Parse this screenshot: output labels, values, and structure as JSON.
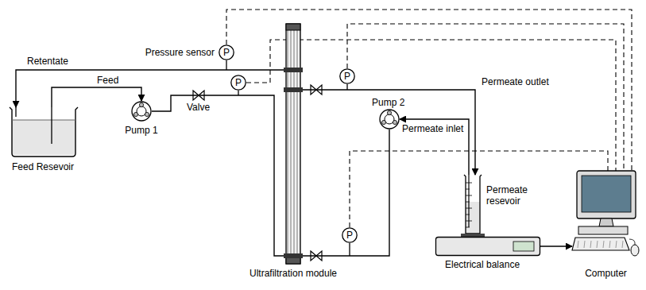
{
  "diagram": {
    "nodes": [
      {
        "text": [
          "Feed Resevoir"
        ]
      },
      {
        "text": [
          "Pump 1"
        ]
      },
      {
        "text": [
          "P"
        ]
      },
      {
        "text": [
          "P"
        ]
      },
      {
        "text": [
          "Ultrafiltration module"
        ]
      },
      {
        "text": [
          "P"
        ]
      },
      {
        "text": [
          "P"
        ]
      },
      {
        "text": [
          "Pump 2"
        ]
      },
      {
        "text": [
          "Permeate resevoir"
        ]
      },
      {
        "text": [
          "Electrical balance"
        ]
      },
      {
        "text": [
          "Computer"
        ]
      }
    ],
    "edges": [
      {
        "from": 0,
        "to": 1,
        "arrow": "to"
      },
      {
        "from": 1,
        "to": 4,
        "arrow": "none"
      },
      {
        "from": 4,
        "to": 0,
        "arrow": "to"
      },
      {
        "from": 4,
        "to": 8,
        "arrow": "to"
      },
      {
        "from": 8,
        "to": 7,
        "arrow": "to"
      },
      {
        "from": 7,
        "to": 4,
        "arrow": "none"
      },
      {
        "from": 9,
        "to": 10,
        "arrow": "to"
      },
      {
        "from": 2,
        "to": 10,
        "arrow": "none"
      },
      {
        "from": 3,
        "to": 10,
        "arrow": "none"
      },
      {
        "from": 5,
        "to": 10,
        "arrow": "none"
      },
      {
        "from": 6,
        "to": 10,
        "arrow": "none"
      }
    ],
    "labels": [
      "Pressure sensor",
      "Retentate",
      "Feed",
      "Valve",
      "Permeate outlet",
      "Permeate inlet"
    ]
  }
}
